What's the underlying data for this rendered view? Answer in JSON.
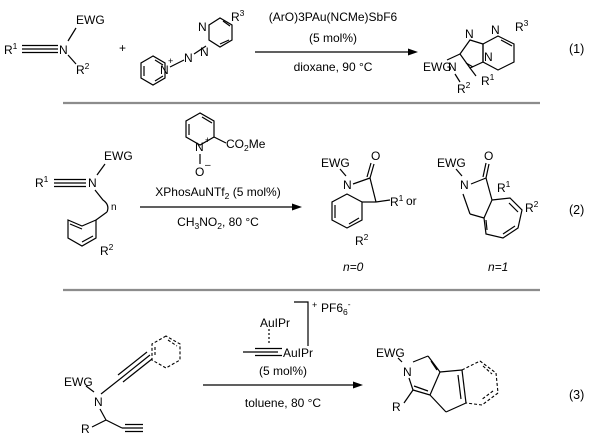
{
  "reactions": [
    {
      "number": "(1)",
      "plus": "+",
      "reactant1": {
        "r1": "R",
        "r1_sup": "1",
        "ewg": "EWG",
        "n": "N",
        "r2": "R",
        "r2_sup": "2"
      },
      "reactant2": {
        "n_plus": "N",
        "plus_sup": "+",
        "n_minus": "N",
        "n_ring_a": "N",
        "n_ring_b": "N",
        "r3": "R",
        "r3_sup": "3"
      },
      "catalyst": "(ArO)3PAu(NCMe)SbF6",
      "loading": "(5 mol%)",
      "conditions": "dioxane, 90 °C",
      "product": {
        "ewg": "EWG",
        "n_sub": "N",
        "r2": "R",
        "r2_sup": "2",
        "r1": "R",
        "r1_sup": "1",
        "n_top": "N",
        "n_bridge": "N",
        "n_ring": "N",
        "r3": "R",
        "r3_sup": "3"
      }
    },
    {
      "number": "(2)",
      "oxidant": {
        "n": "N",
        "n_plus": "+",
        "o": "O",
        "o_minus": "–",
        "ester": "CO2Me"
      },
      "reactant": {
        "r1": "R",
        "r1_sup": "1",
        "ewg": "EWG",
        "n": "N",
        "n_index": "n",
        "r2": "R",
        "r2_sup": "2"
      },
      "catalyst": "XPhosAuNTf2 (5 mol%)",
      "conditions": "CH3NO2, 80 °C",
      "product_a": {
        "ewg": "EWG",
        "n": "N",
        "o": "O",
        "r1": "R",
        "r1_sup": "1",
        "r2": "R",
        "r2_sup": "2",
        "label": "n=0"
      },
      "or": "or",
      "product_b": {
        "ewg": "EWG",
        "n": "N",
        "o": "O",
        "r1": "R",
        "r1_sup": "1",
        "r2": "R",
        "r2_sup": "2",
        "label": "n=1"
      }
    },
    {
      "number": "(3)",
      "catalyst_top": "AuIPr",
      "catalyst_bottom": "AuIPr",
      "counterion": "PF6",
      "counterion_sup": "-",
      "cation_plus": "+",
      "loading": "(5 mol%)",
      "conditions": "toluene, 80 °C",
      "reactant": {
        "ewg": "EWG",
        "n": "N",
        "r": "R"
      },
      "product": {
        "ewg": "EWG",
        "n": "N",
        "r": "R"
      }
    }
  ]
}
